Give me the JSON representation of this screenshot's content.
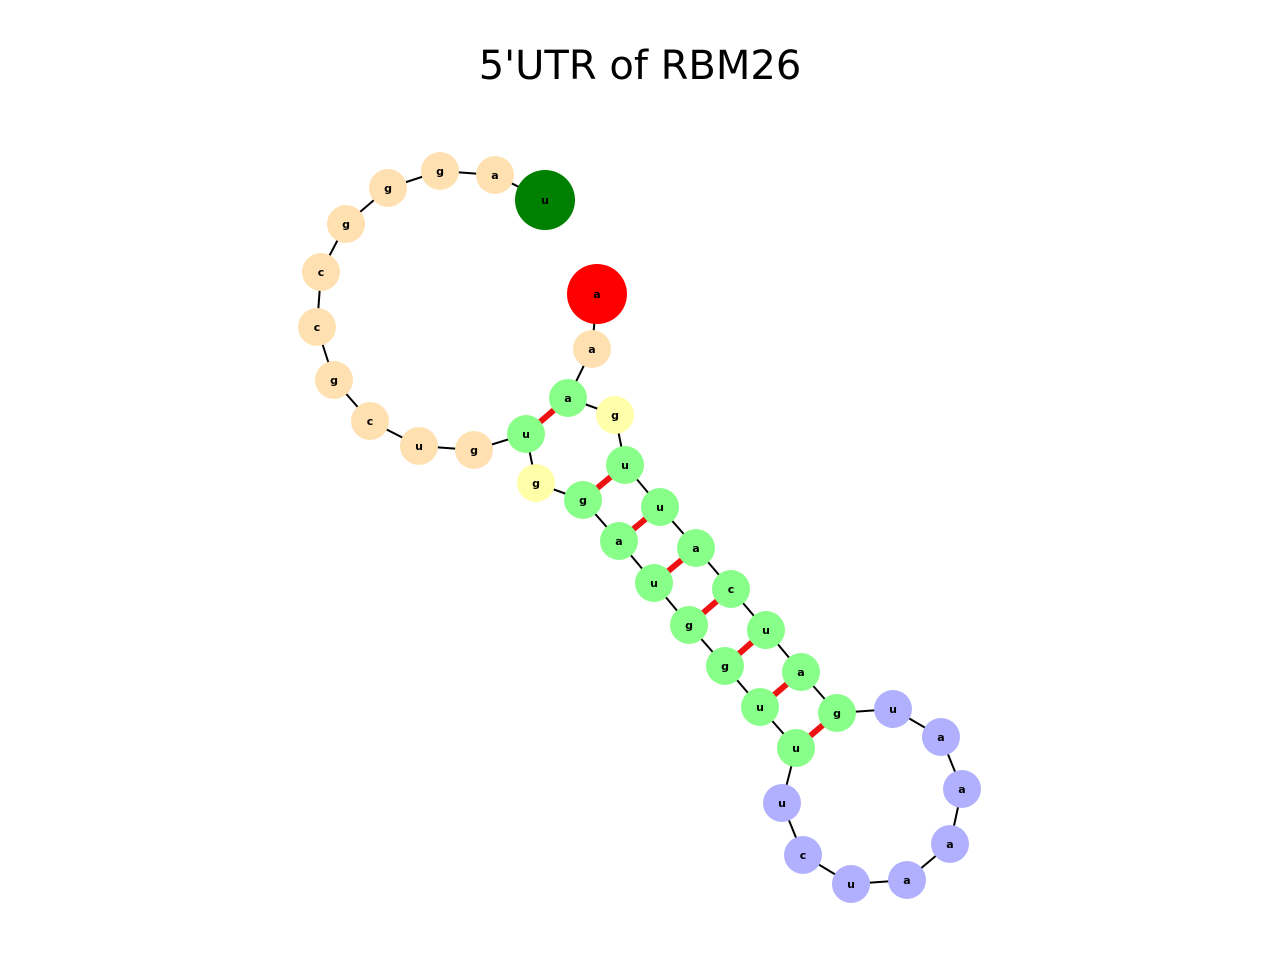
{
  "title": "5'UTR of RBM26",
  "colors": {
    "loop": "#FFE0B0",
    "stem": "#88FF88",
    "bulge": "#FFFFAA",
    "hairpin": "#B0B0FF",
    "start": "#008000",
    "end": "#FF0000",
    "backbone": "#000000",
    "pair": "#EE1111"
  },
  "nucleotides": [
    {
      "base": "u",
      "kind": "start"
    },
    {
      "base": "a",
      "kind": "loop"
    },
    {
      "base": "g",
      "kind": "loop"
    },
    {
      "base": "g",
      "kind": "loop"
    },
    {
      "base": "g",
      "kind": "loop"
    },
    {
      "base": "c",
      "kind": "loop"
    },
    {
      "base": "c",
      "kind": "loop"
    },
    {
      "base": "g",
      "kind": "loop"
    },
    {
      "base": "c",
      "kind": "loop"
    },
    {
      "base": "u",
      "kind": "loop"
    },
    {
      "base": "g",
      "kind": "loop"
    },
    {
      "base": "u",
      "kind": "stem"
    },
    {
      "base": "g",
      "kind": "bulge"
    },
    {
      "base": "g",
      "kind": "stem"
    },
    {
      "base": "a",
      "kind": "stem"
    },
    {
      "base": "u",
      "kind": "stem"
    },
    {
      "base": "g",
      "kind": "stem"
    },
    {
      "base": "g",
      "kind": "stem"
    },
    {
      "base": "u",
      "kind": "stem"
    },
    {
      "base": "u",
      "kind": "stem"
    },
    {
      "base": "u",
      "kind": "hairpin"
    },
    {
      "base": "c",
      "kind": "hairpin"
    },
    {
      "base": "u",
      "kind": "hairpin"
    },
    {
      "base": "a",
      "kind": "hairpin"
    },
    {
      "base": "a",
      "kind": "hairpin"
    },
    {
      "base": "a",
      "kind": "hairpin"
    },
    {
      "base": "a",
      "kind": "hairpin"
    },
    {
      "base": "u",
      "kind": "hairpin"
    },
    {
      "base": "g",
      "kind": "stem"
    },
    {
      "base": "a",
      "kind": "stem"
    },
    {
      "base": "u",
      "kind": "stem"
    },
    {
      "base": "c",
      "kind": "stem"
    },
    {
      "base": "a",
      "kind": "stem"
    },
    {
      "base": "u",
      "kind": "stem"
    },
    {
      "base": "u",
      "kind": "stem"
    },
    {
      "base": "g",
      "kind": "bulge"
    },
    {
      "base": "a",
      "kind": "stem"
    },
    {
      "base": "a",
      "kind": "loop"
    },
    {
      "base": "a",
      "kind": "end"
    }
  ],
  "pairs": [
    [
      11,
      36
    ],
    [
      13,
      34
    ],
    [
      14,
      33
    ],
    [
      15,
      32
    ],
    [
      16,
      31
    ],
    [
      17,
      30
    ],
    [
      18,
      29
    ],
    [
      19,
      28
    ]
  ]
}
